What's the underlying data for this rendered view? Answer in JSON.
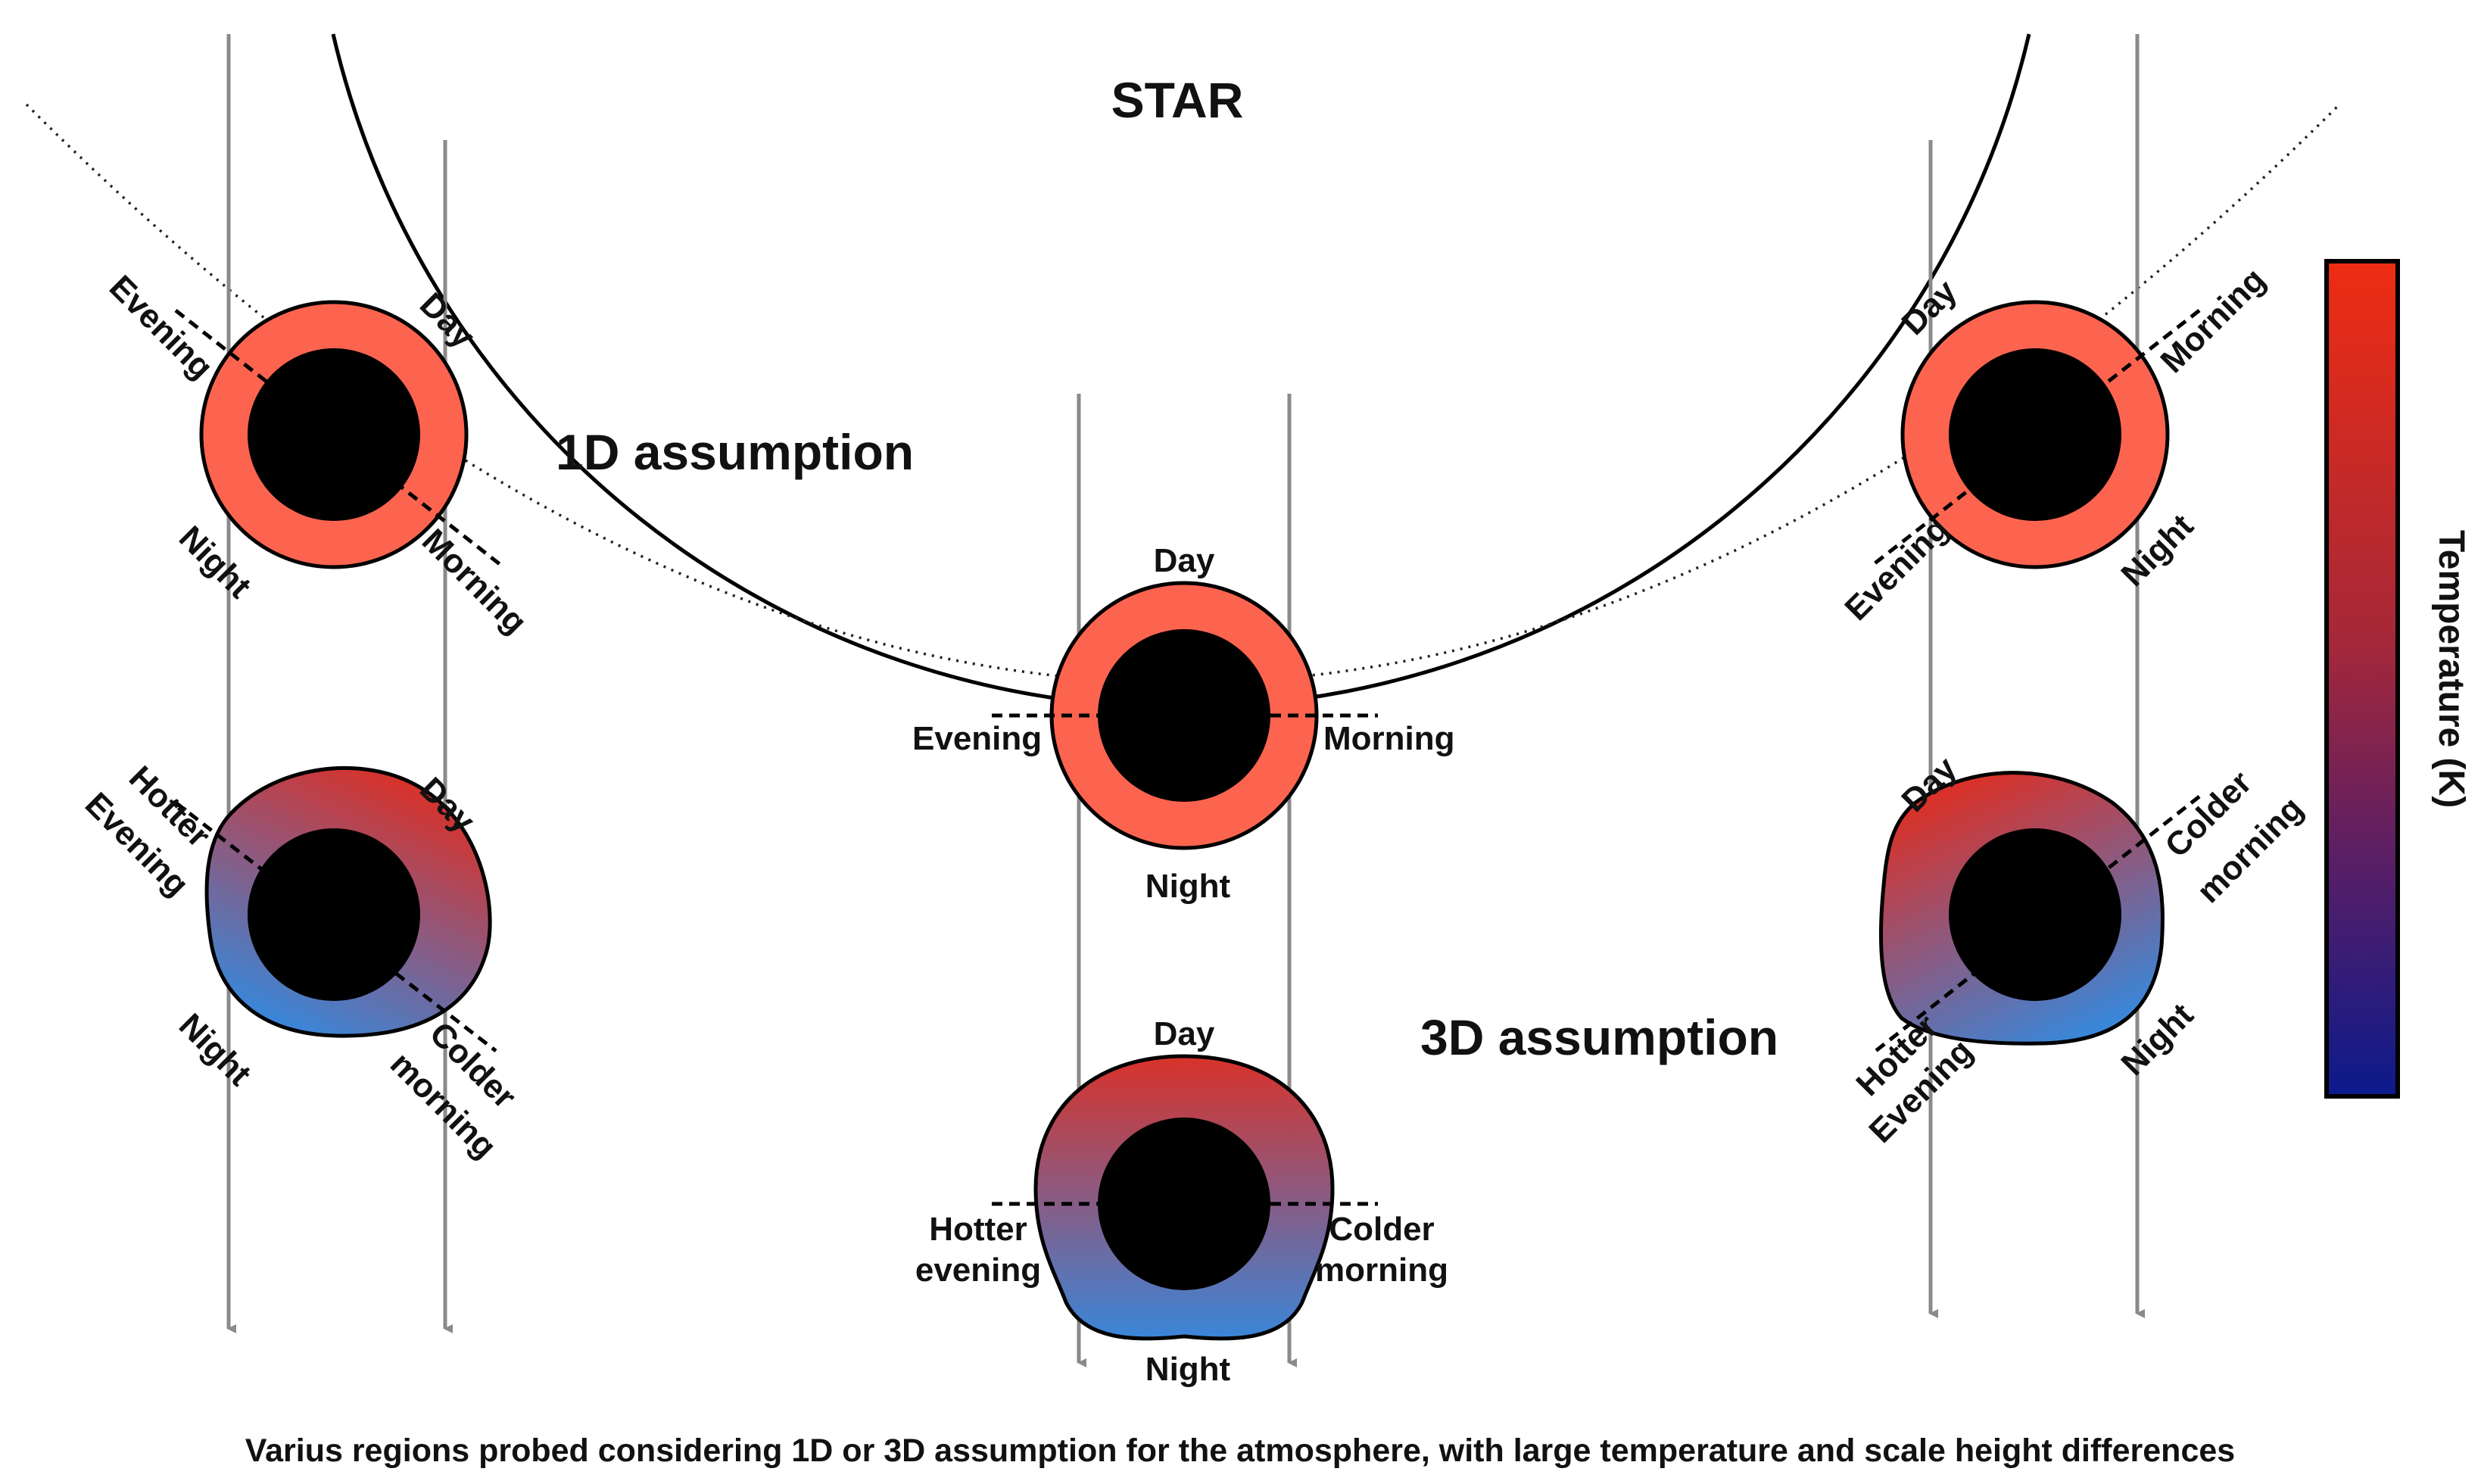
{
  "star_label": "STAR",
  "headings": {
    "one_d": "1D assumption",
    "three_d": "3D assumption"
  },
  "colorbar": {
    "label": "Temperature (K)",
    "top_color": "#ee2c12",
    "mid_color": "#7a1f44",
    "bottom_color": "#0b1a8c"
  },
  "caption": "Varius regions probed considering 1D or 3D assumption for the atmosphere, with large temperature and scale height differences",
  "colors": {
    "atmosphere_1d": "#fd6450",
    "hot_side": "#d8322a",
    "cold_side": "#3a86d8",
    "planet_core": "#000000",
    "arrow": "#8a8a8a"
  },
  "planets": {
    "p1d_left": {
      "day": "Day",
      "night": "Night",
      "evening": "Evening",
      "morning": "Morning"
    },
    "p1d_center": {
      "day": "Day",
      "night": "Night",
      "evening": "Evening",
      "morning": "Morning"
    },
    "p1d_right": {
      "day": "Day",
      "night": "Night",
      "evening": "Evening",
      "morning": "Morning"
    },
    "p3d_left": {
      "day": "Day",
      "night": "Night",
      "evening_1": "Hotter",
      "evening_2": "Evening",
      "morning_1": "Colder",
      "morning_2": "morning"
    },
    "p3d_center": {
      "day": "Day",
      "night": "Night",
      "evening_1": "Hotter",
      "evening_2": "evening",
      "morning_1": "Colder",
      "morning_2": "morning"
    },
    "p3d_right": {
      "day": "Day",
      "night": "Night",
      "evening_1": "Hotter",
      "evening_2": "Evening",
      "morning_1": "Colder",
      "morning_2": "morning"
    }
  }
}
